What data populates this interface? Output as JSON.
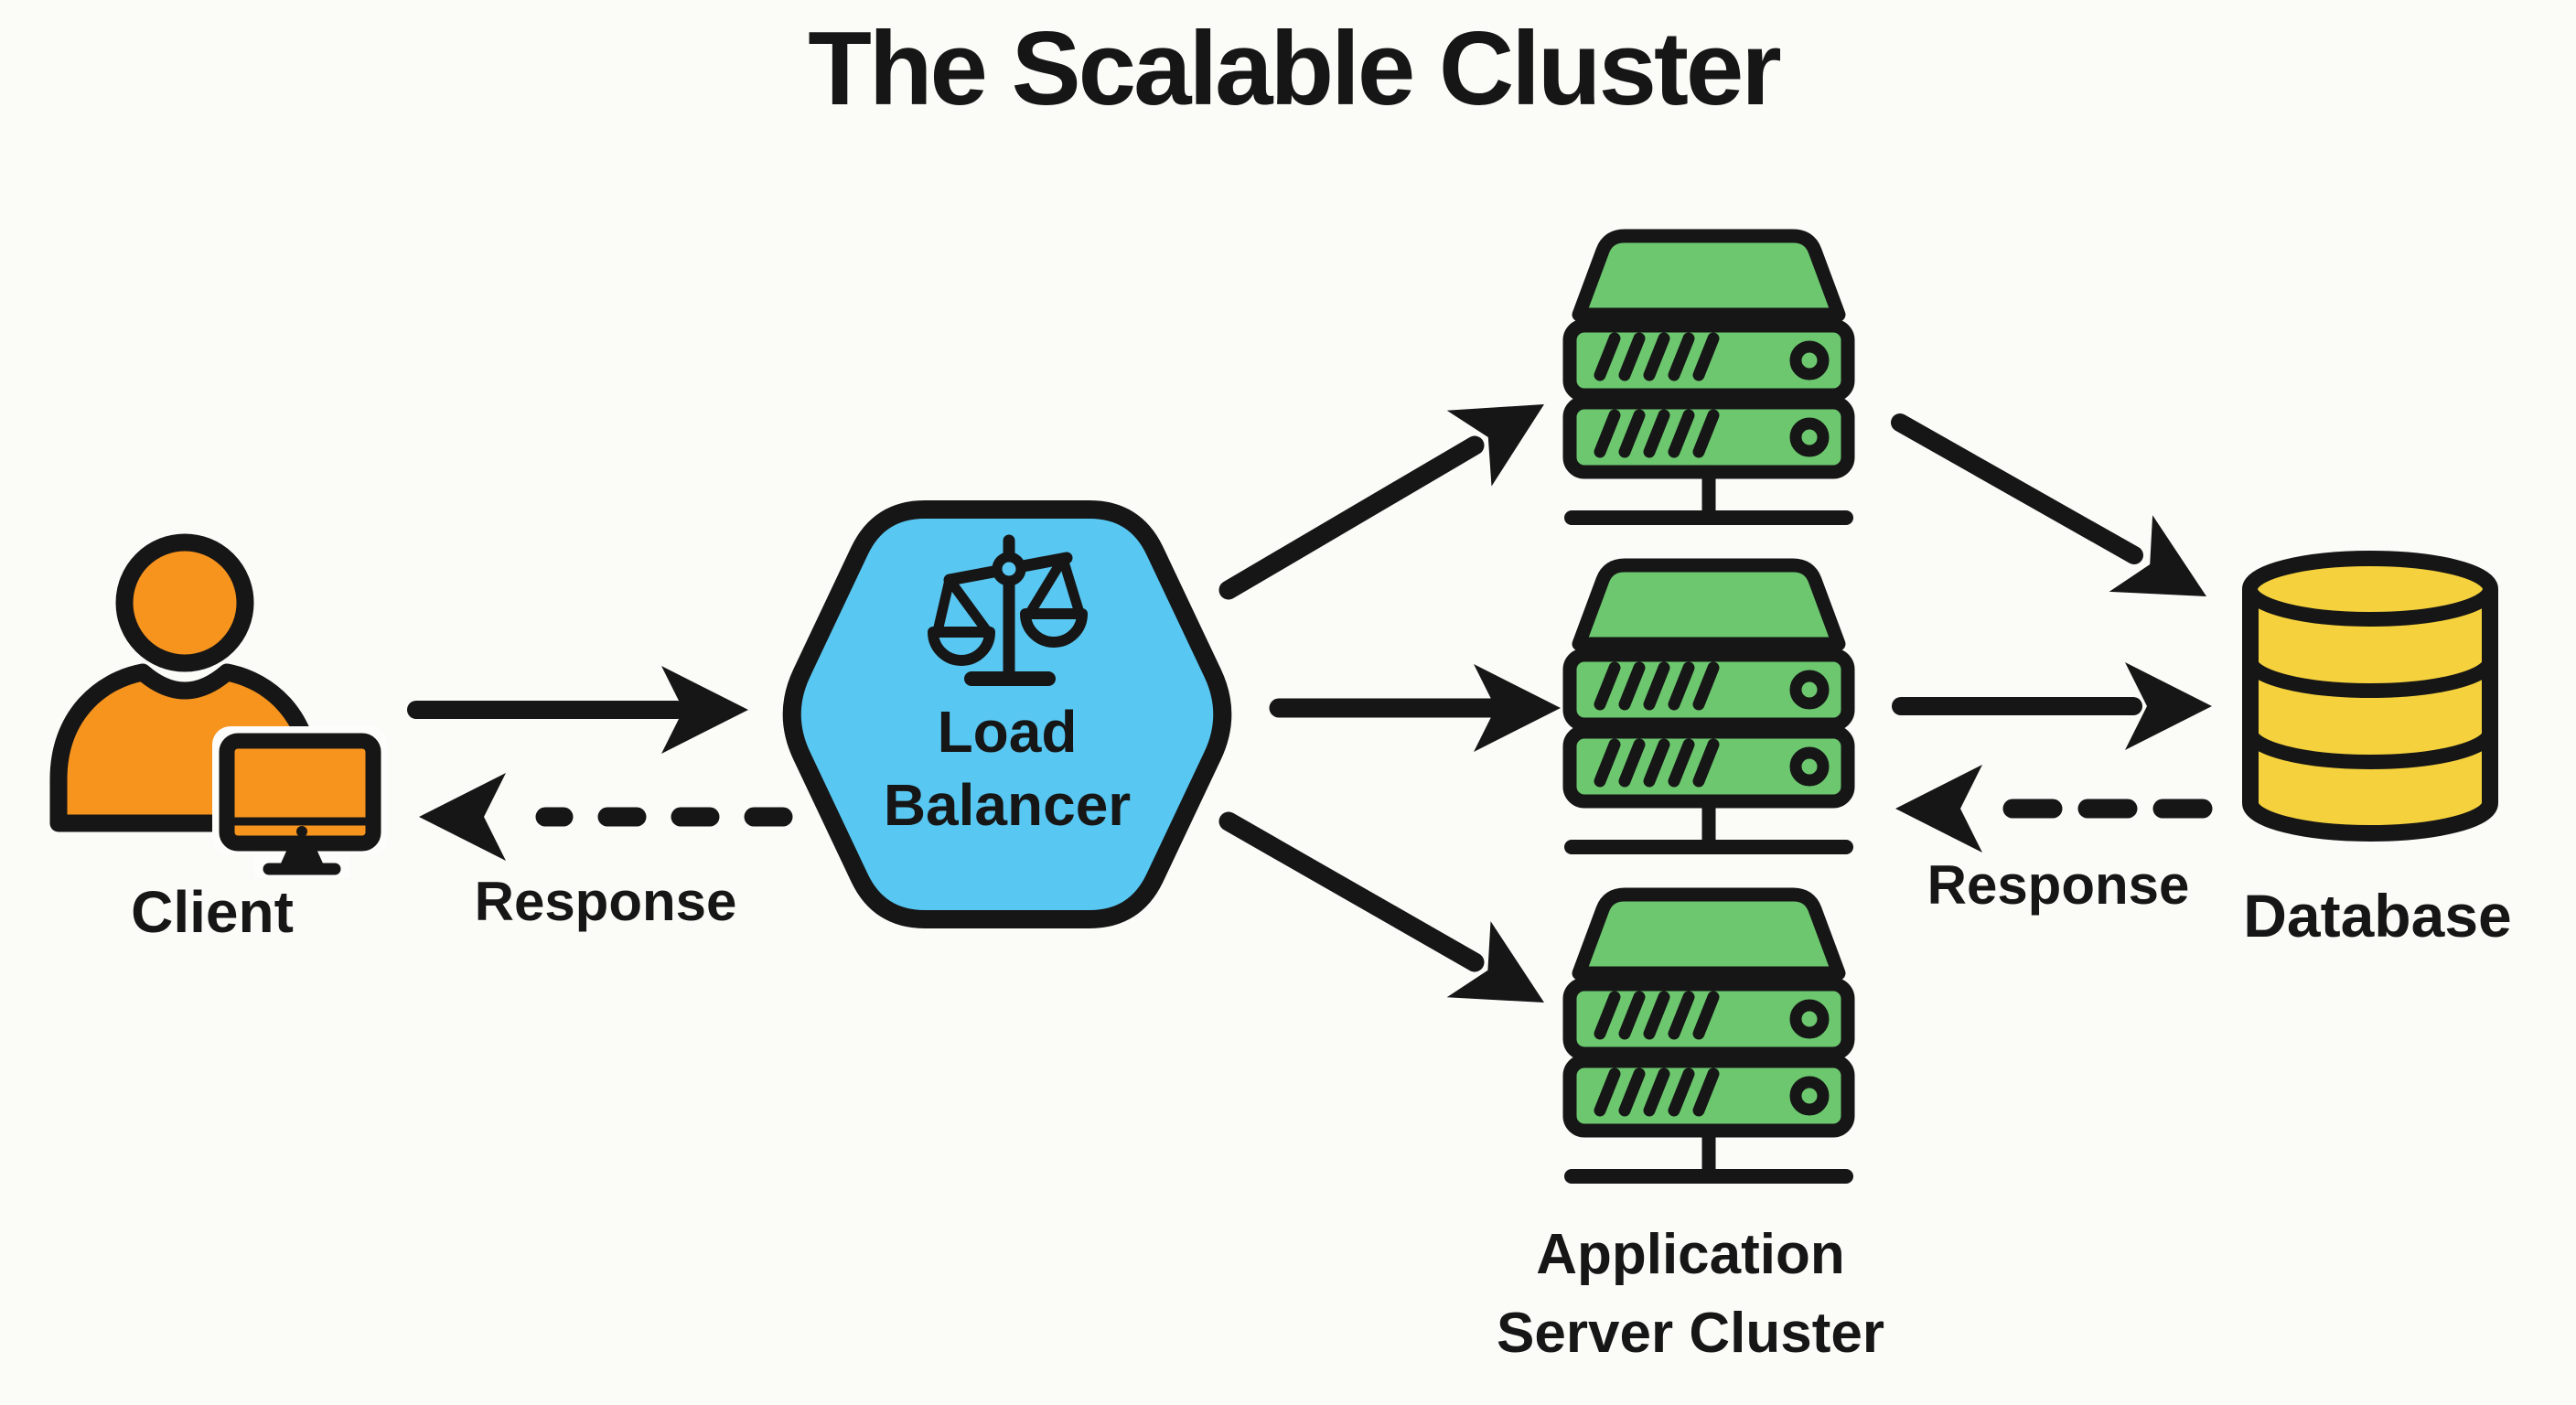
{
  "title": "The Scalable Cluster",
  "background_color": "#FBFBF8",
  "ink_color": "#161616",
  "nodes": {
    "client": {
      "label": "Client",
      "icon": "user-with-monitor-icon",
      "color": "#F7941E"
    },
    "load_balancer": {
      "label_line1": "Load",
      "label_line2": "Balancer",
      "icon": "balance-scale-icon",
      "shape": "hexagon",
      "color": "#58C7F2"
    },
    "app_server_cluster": {
      "label_line1": "Application",
      "label_line2": "Server Cluster",
      "icon": "server-rack-icon",
      "server_count": 3,
      "color": "#6CC76E"
    },
    "database": {
      "label": "Database",
      "icon": "database-cylinder-icon",
      "color": "#F5D13D"
    }
  },
  "edges": {
    "client_to_lb": {
      "style": "solid-arrow",
      "direction": "client to load balancer"
    },
    "lb_to_client": {
      "style": "dashed-arrow",
      "label": "Response",
      "direction": "load balancer to client"
    },
    "lb_to_server_top": {
      "style": "solid-arrow",
      "direction": "load balancer to top server"
    },
    "lb_to_server_middle": {
      "style": "solid-arrow",
      "direction": "load balancer to middle server"
    },
    "lb_to_server_bottom": {
      "style": "solid-arrow",
      "direction": "load balancer to bottom server"
    },
    "server_top_to_db": {
      "style": "solid-arrow",
      "direction": "top server to database"
    },
    "server_middle_to_db": {
      "style": "solid-arrow",
      "direction": "middle server to database"
    },
    "db_to_servers": {
      "style": "dashed-arrow",
      "label": "Response",
      "direction": "database back to servers"
    }
  }
}
